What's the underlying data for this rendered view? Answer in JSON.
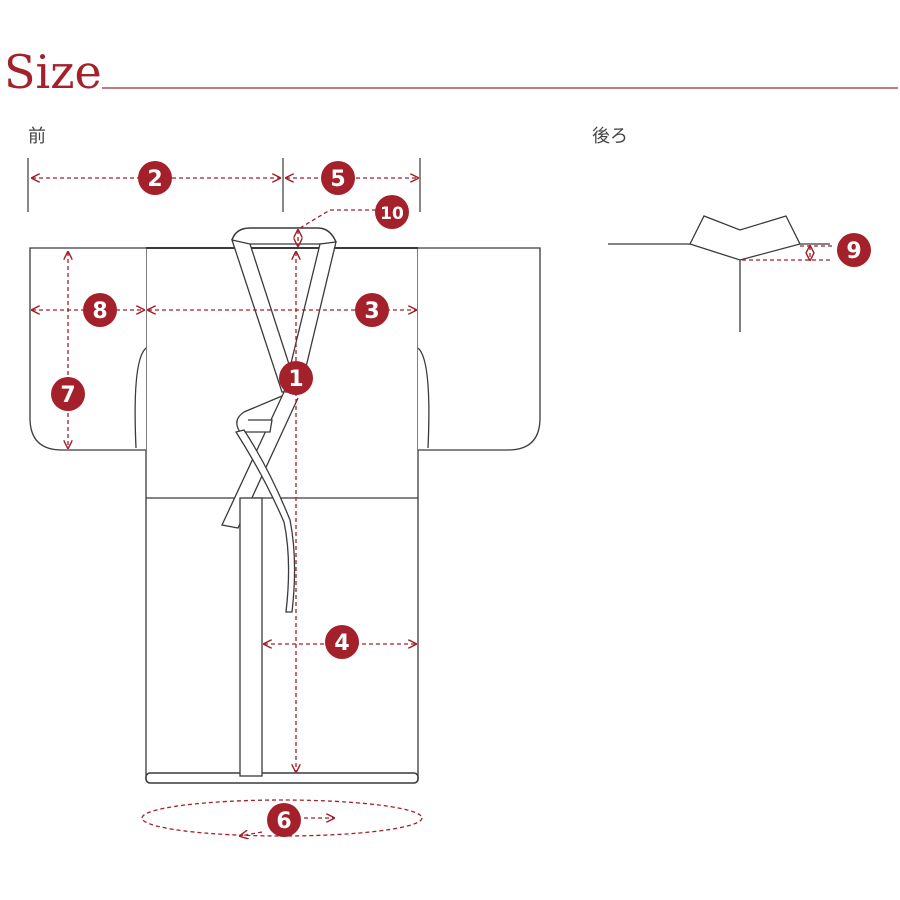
{
  "header": {
    "title": "Size"
  },
  "views": {
    "front_label": "前",
    "back_label": "後ろ"
  },
  "colors": {
    "accent": "#a4202a",
    "line": "#3a3a3a",
    "rule": "#b44a4f"
  },
  "badges": [
    {
      "id": "1",
      "label": "1"
    },
    {
      "id": "2",
      "label": "2"
    },
    {
      "id": "3",
      "label": "3"
    },
    {
      "id": "4",
      "label": "4"
    },
    {
      "id": "5",
      "label": "5"
    },
    {
      "id": "6",
      "label": "6"
    },
    {
      "id": "7",
      "label": "7"
    },
    {
      "id": "8",
      "label": "8"
    },
    {
      "id": "9",
      "label": "9"
    },
    {
      "id": "10",
      "label": "10"
    }
  ]
}
